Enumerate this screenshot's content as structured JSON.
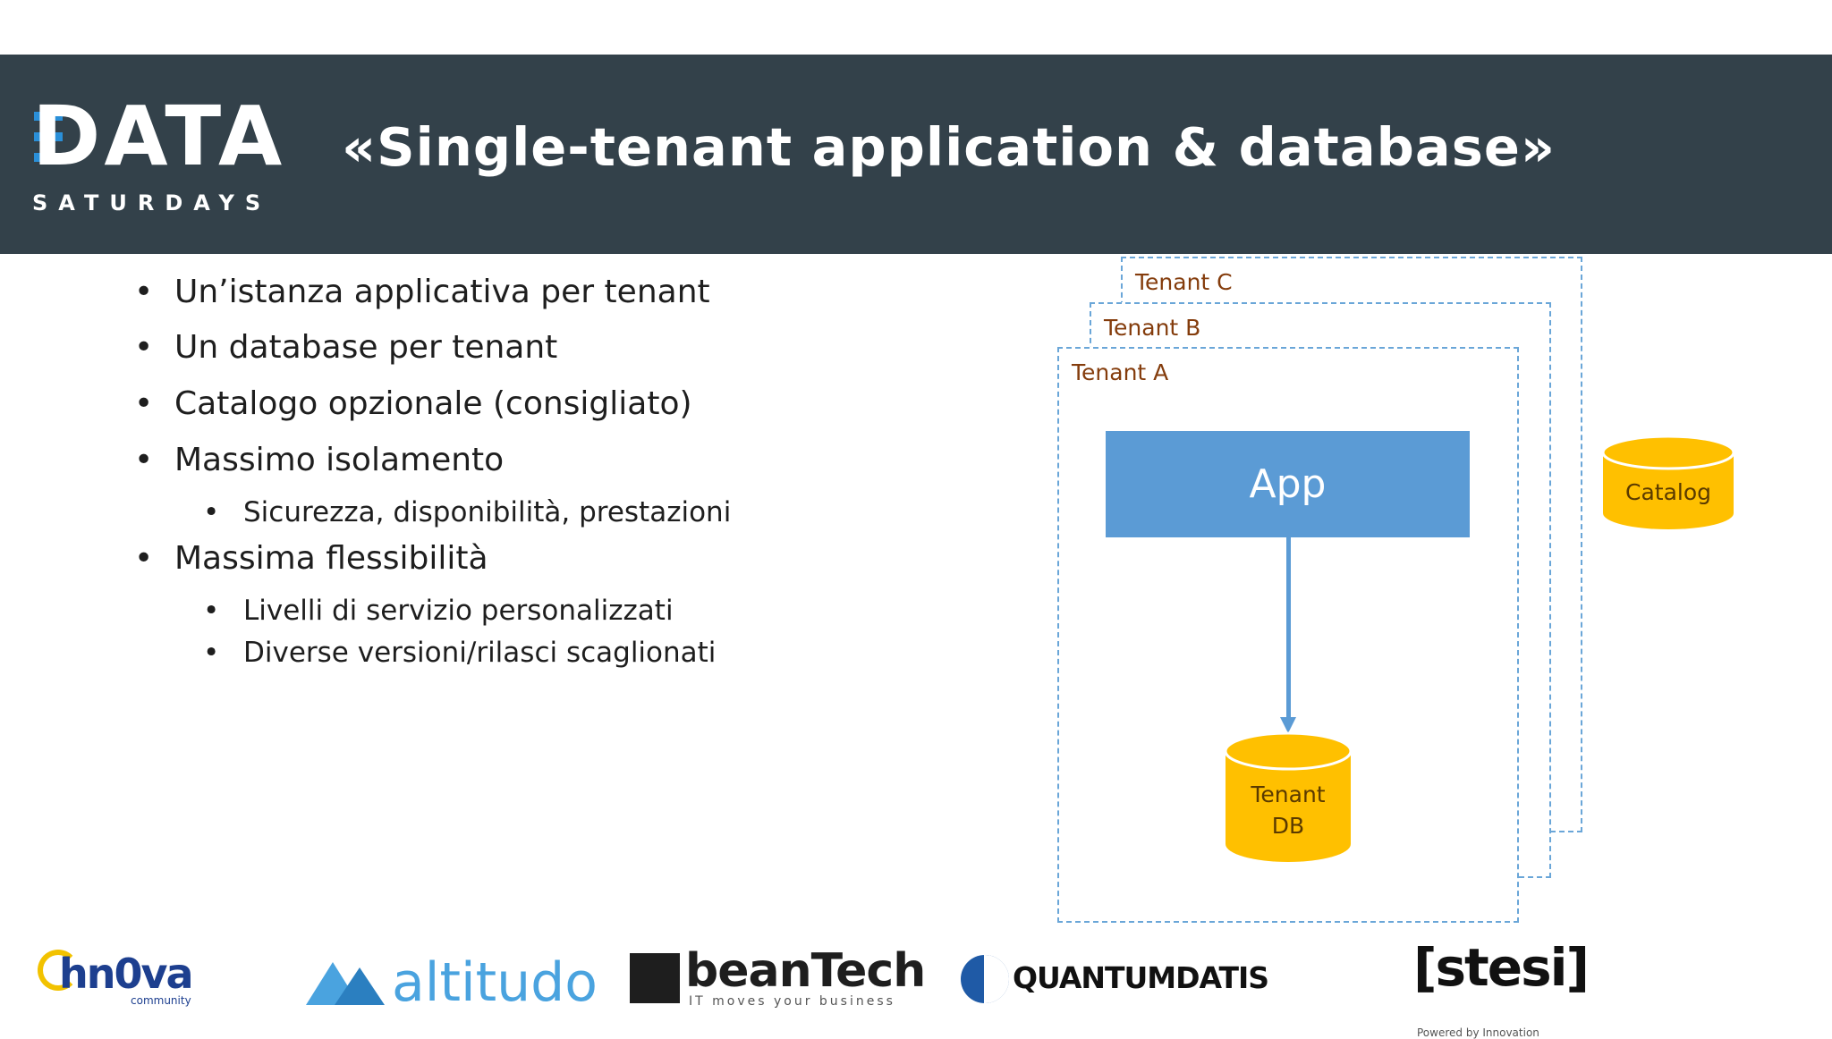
{
  "header": {
    "logo_main": "DATA",
    "logo_sub": "SATURDAYS",
    "title": "«Single-tenant application & database»"
  },
  "bullets": [
    {
      "text": "Un’istanza applicativa per tenant",
      "sub": []
    },
    {
      "text": "Un database per tenant",
      "sub": []
    },
    {
      "text": "Catalogo opzionale (consigliato)",
      "sub": []
    },
    {
      "text": "Massimo isolamento",
      "sub": [
        "Sicurezza, disponibilità, prestazioni"
      ]
    },
    {
      "text": "Massima flessibilità",
      "sub": [
        "Livelli di servizio personalizzati",
        "Diverse versioni/rilasci scaglionati"
      ]
    }
  ],
  "bullet_glyph": "•",
  "diagram": {
    "tenant_c": "Tenant C",
    "tenant_b": "Tenant B",
    "tenant_a": "Tenant A",
    "app": "App",
    "db_line1": "Tenant",
    "db_line2": "DB",
    "catalog": "Catalog",
    "colors": {
      "dash": "#6aa6d8",
      "app": "#5b9bd5",
      "cylinder": "#ffc000",
      "label": "#843c0c"
    }
  },
  "sponsors": {
    "innova": "hn0va",
    "innova_sub": "community",
    "altitudo": "altitudo",
    "beantech": "beanTech",
    "beantech_sub": "IT moves your business",
    "quantumdatis": "QUANTUMDATIS",
    "stesi": "[stesi]",
    "stesi_sub": "Powered by Innovation"
  }
}
